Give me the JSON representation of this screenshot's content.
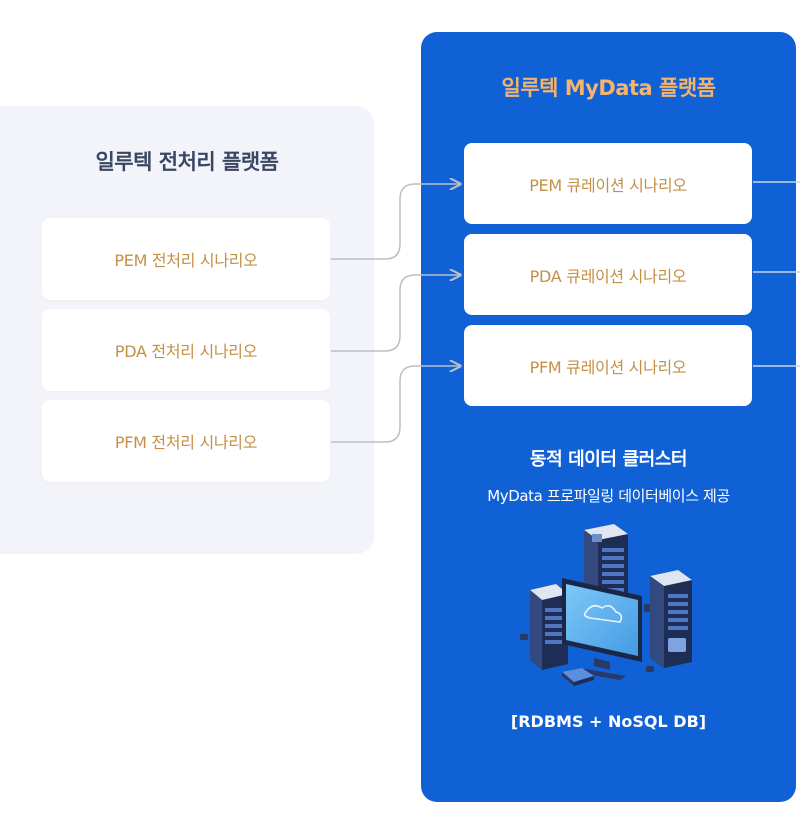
{
  "left_panel": {
    "title": "일루텍 전처리 플랫폼",
    "items": [
      {
        "label": "PEM 전처리 시나리오"
      },
      {
        "label": "PDA 전처리 시나리오"
      },
      {
        "label": "PFM 전처리 시나리오"
      }
    ]
  },
  "right_panel": {
    "title": "일루텍 MyData 플랫폼",
    "items": [
      {
        "label": "PEM 큐레이션 시나리오"
      },
      {
        "label": "PDA 큐레이션 시나리오"
      },
      {
        "label": "PFM 큐레이션 시나리오"
      }
    ],
    "cluster_title": "동적 데이터 클러스터",
    "cluster_subtitle": "MyData 프로파일링 데이터베이스 제공",
    "db_label": "[RDBMS + NoSQL DB]"
  },
  "colors": {
    "left_panel_bg": "#f2f4f9",
    "right_panel_bg": "#1060d6",
    "card_text": "#c49048",
    "right_title": "#f4b46c",
    "connector": "#b9bfca"
  },
  "icons": [
    "server-cluster-illustration",
    "arrow-icon"
  ]
}
